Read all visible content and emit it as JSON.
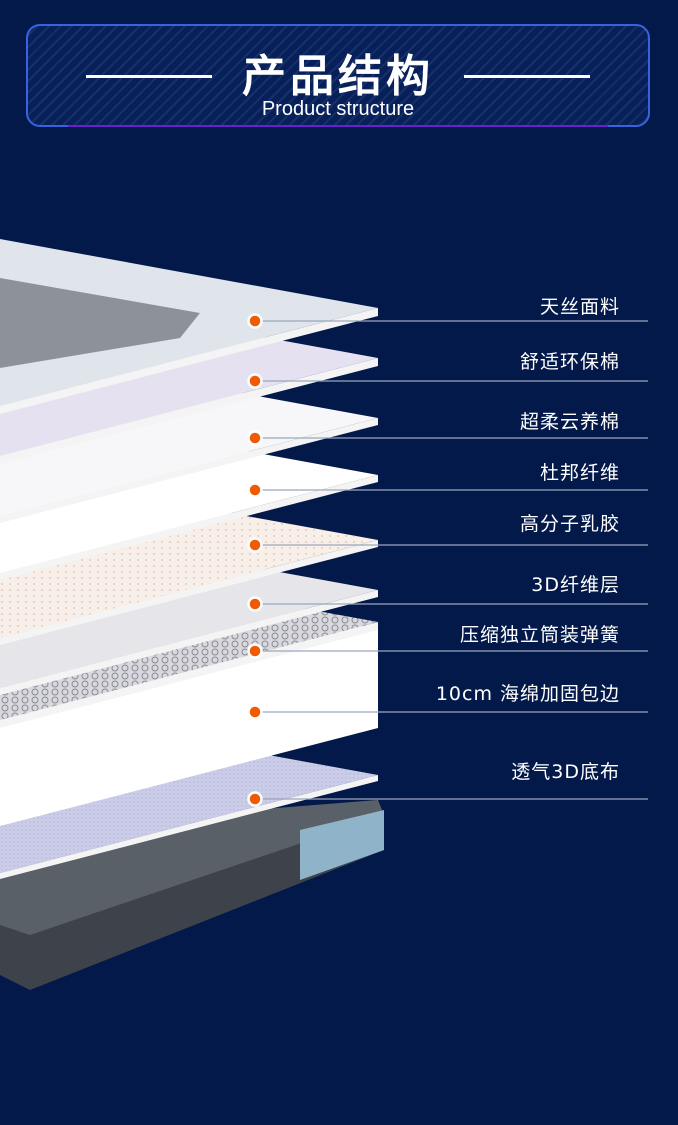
{
  "header": {
    "title": "产品结构",
    "subtitle": "Product structure"
  },
  "colors": {
    "background": "#03194a",
    "accent_dot": "#f05a00",
    "border": "#3a62e0"
  },
  "layers": [
    {
      "label": "天丝面料"
    },
    {
      "label": "舒适环保棉"
    },
    {
      "label": "超柔云养棉"
    },
    {
      "label": "杜邦纤维"
    },
    {
      "label": "高分子乳胶"
    },
    {
      "label": "3D纤维层"
    },
    {
      "label": "压缩独立筒装弹簧"
    },
    {
      "label": "10cm 海绵加固包边"
    },
    {
      "label": "透气3D底布"
    }
  ]
}
